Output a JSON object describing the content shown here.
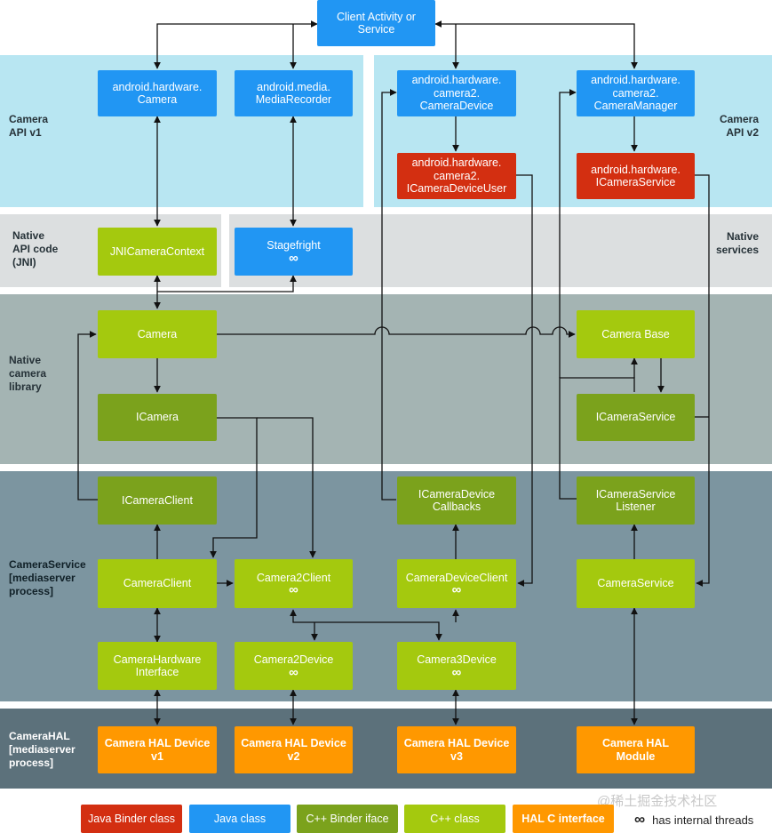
{
  "bands": {
    "api_v1": "Camera\nAPI v1",
    "api_v2": "Camera\nAPI v2",
    "native_api": "Native\nAPI code\n(JNI)",
    "native_services": "Native\nservices",
    "native_library": "Native\ncamera\nlibrary",
    "camera_service": "CameraService\n[mediaserver\nprocess]",
    "camera_hal": "CameraHAL\n[mediaserver\nprocess]"
  },
  "boxes": {
    "client": "Client Activity or\nService",
    "android_hardware_camera": "android.hardware.\nCamera",
    "android_media_recorder": "android.media.\nMediaRecorder",
    "camera2_device": "android.hardware.\ncamera2.\nCameraDevice",
    "camera2_manager": "android.hardware.\ncamera2.\nCameraManager",
    "icamera_device_user": "android.hardware.\ncamera2.\nICameraDeviceUser",
    "icamera_service_java": "android.hardware.\nICameraService",
    "jni_camera_context": "JNICameraContext",
    "stagefright": "Stagefright",
    "camera": "Camera",
    "camera_base": "Camera Base",
    "icamera": "ICamera",
    "icamera_service": "ICameraService",
    "icamera_client": "ICameraClient",
    "icamera_device_callbacks": "ICameraDevice\nCallbacks",
    "icamera_service_listener": "ICameraService\nListener",
    "camera_client": "CameraClient",
    "camera2_client": "Camera2Client",
    "camera_device_client": "CameraDeviceClient",
    "camera_service_box": "CameraService",
    "camera_hardware_interface": "CameraHardware\nInterface",
    "camera2_device_cpp": "Camera2Device",
    "camera3_device": "Camera3Device",
    "hal_v1": "Camera HAL Device\nv1",
    "hal_v2": "Camera HAL Device\nv2",
    "hal_v3": "Camera HAL Device\nv3",
    "hal_module": "Camera HAL\nModule"
  },
  "infinity": "∞",
  "legend": {
    "java_binder": "Java Binder class",
    "java_class": "Java class",
    "cpp_binder": "C++ Binder iface",
    "cpp_class": "C++ class",
    "hal_c": "HAL C interface",
    "threads_symbol": "∞",
    "threads_label": "has internal threads"
  },
  "colors": {
    "java_binder": "#d32f11",
    "java_class": "#2196f3",
    "cpp_binder": "#7ba21c",
    "cpp_class": "#a4c90e",
    "hal_c": "#ff9800",
    "band_api": "#b8e6f2",
    "band_native": "#dcdfe0",
    "band_library": "#a4b4b3",
    "band_service": "#7c95a0",
    "band_hal": "#5c717b"
  },
  "watermark": "@稀土掘金技术社区"
}
